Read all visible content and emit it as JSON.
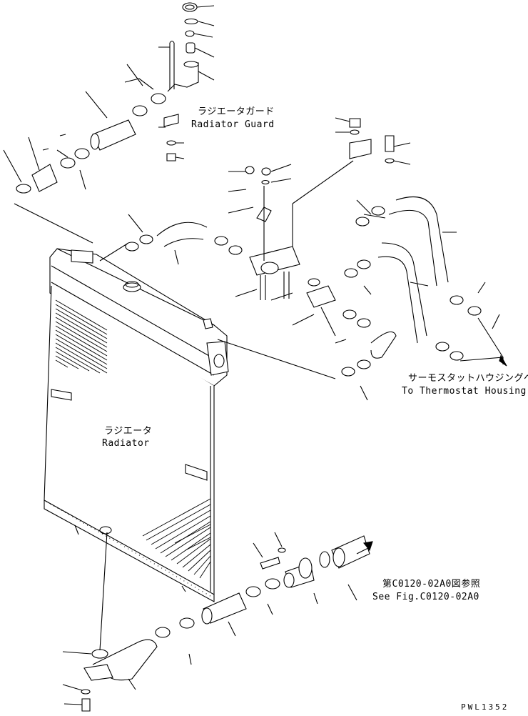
{
  "labels": {
    "radiator_guard_jp": "ラジエータガード",
    "radiator_guard_en": "Radiator Guard",
    "thermostat_jp": "サーモスタットハウジングへ",
    "thermostat_en": "To Thermostat Housing",
    "radiator_jp": "ラジエータ",
    "radiator_en": "Radiator",
    "see_fig_jp": "第C0120-02A0図参照",
    "see_fig_en": "See Fig.C0120-02A0",
    "drawing_code": "PWL1352"
  }
}
